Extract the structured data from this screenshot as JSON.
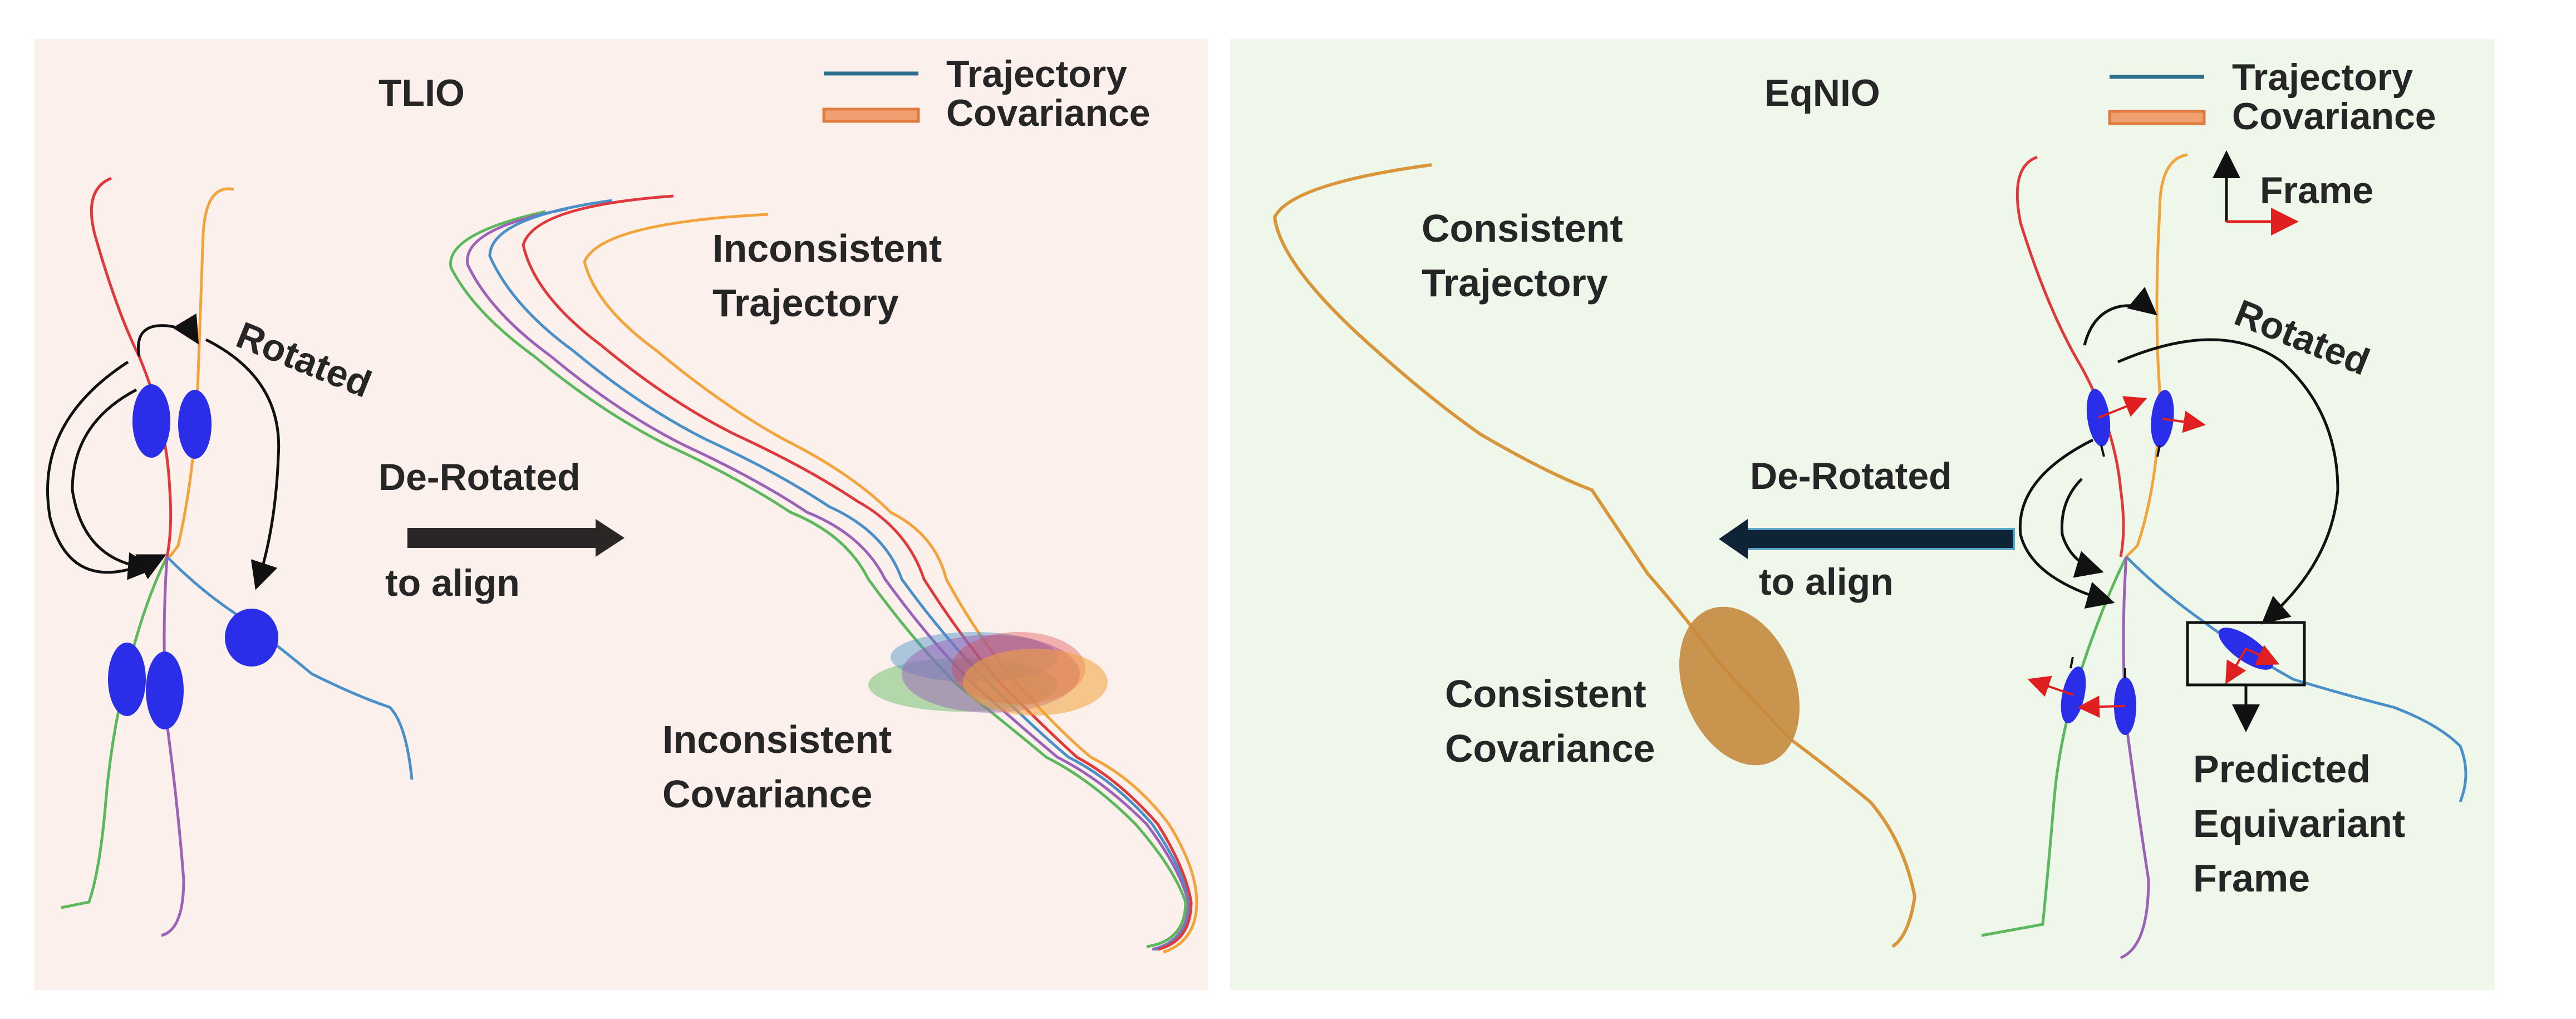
{
  "left_panel": {
    "title": "TLIO",
    "legend": {
      "trajectory": "Trajectory",
      "covariance": "Covariance"
    },
    "rotated": "Rotated",
    "derotated": "De-Rotated",
    "to_align": "to align",
    "inconsistent_trajectory": [
      "Inconsistent",
      "Trajectory"
    ],
    "inconsistent_covariance": [
      "Inconsistent",
      "Covariance"
    ]
  },
  "right_panel": {
    "title": "EqNIO",
    "legend": {
      "trajectory": "Trajectory",
      "covariance": "Covariance",
      "frame": "Frame"
    },
    "rotated": "Rotated",
    "derotated": "De-Rotated",
    "to_align": "to align",
    "consistent_trajectory": [
      "Consistent",
      "Trajectory"
    ],
    "consistent_covariance": [
      "Consistent",
      "Covariance"
    ],
    "predicted_frame": [
      "Predicted",
      "Equivariant",
      "Frame"
    ]
  },
  "colors": {
    "left_bg": "#fbf0ec",
    "right_bg": "#eff6ea",
    "trajectory_legend": "#2e6f8e",
    "covariance_legend": "#f0a070",
    "ellipse_blue": "#2a2ee8",
    "traj_red": "#e0393c",
    "traj_orange": "#f2a33a",
    "traj_green": "#5cb85c",
    "traj_purple": "#9b62b8",
    "traj_blue": "#4a90c8",
    "consistent_traj": "#d9953a",
    "consistent_cov": "#c48a3c",
    "frame_red": "#e02020"
  }
}
